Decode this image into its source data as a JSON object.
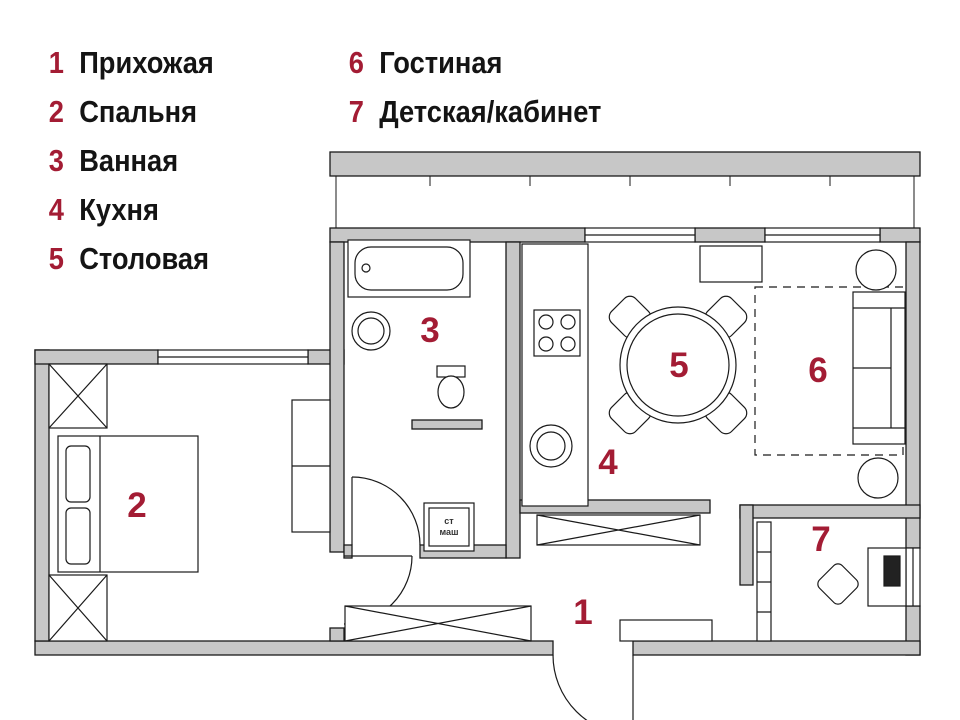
{
  "legend": {
    "column1": [
      {
        "number": "1",
        "label": "Прихожая"
      },
      {
        "number": "2",
        "label": "Спальня"
      },
      {
        "number": "3",
        "label": "Ванная"
      },
      {
        "number": "4",
        "label": "Кухня"
      },
      {
        "number": "5",
        "label": "Столовая"
      }
    ],
    "column2": [
      {
        "number": "6",
        "label": "Гостиная"
      },
      {
        "number": "7",
        "label": "Детская/кабинет"
      }
    ]
  },
  "plan": {
    "rooms": {
      "hallway": "1",
      "bedroom": "2",
      "bathroom": "3",
      "kitchen": "4",
      "dining": "5",
      "living": "6",
      "kids": "7"
    },
    "washer": {
      "line1": "ст",
      "line2": "маш"
    },
    "colors": {
      "accent": "#a31c34",
      "wall": "#c7c7c7",
      "line": "#1a1a1a"
    }
  }
}
